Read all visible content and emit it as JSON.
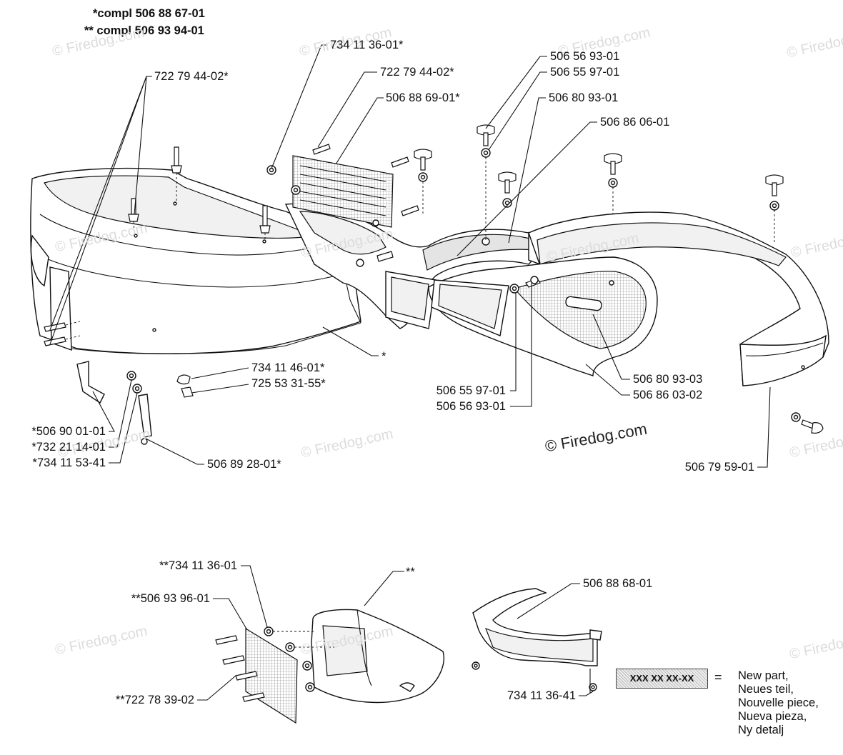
{
  "header": {
    "line1": "*compl 506 88 67-01",
    "line2": "** compl 506 93 94-01"
  },
  "labels": {
    "p_734_11_36_01_star": "734 11 36-01*",
    "p_722_79_44_02_left": "722 79 44-02*",
    "p_722_79_44_02_mid": "722 79 44-02*",
    "p_506_88_69_01": "506 88 69-01*",
    "p_506_56_93_01_top": "506 56 93-01",
    "p_506_55_97_01_top": "506 55 97-01",
    "p_506_80_93_01": "506 80 93-01",
    "p_506_86_06_01": "506 86 06-01",
    "p_star": "*",
    "p_734_11_46_01": "734 11 46-01*",
    "p_725_53_31_55": "725 53 31-55*",
    "p_506_55_97_01_bot": "506 55 97-01",
    "p_506_56_93_01_bot": "506 56 93-01",
    "p_506_80_93_03": "506 80 93-03",
    "p_506_86_03_02": "506 86 03-02",
    "p_506_90_01_01": "*506 90 01-01",
    "p_732_21_14_01": "*732 21 14-01",
    "p_734_11_53_41": "*734 11 53-41",
    "p_506_89_28_01": "506 89 28-01*",
    "p_506_79_59_01": "506 79 59-01",
    "p_734_11_36_01_dbl": "**734 11 36-01",
    "p_506_93_96_01": "**506 93 96-01",
    "p_722_78_39_02": "**722 78 39-02",
    "p_dblstar": "**",
    "p_506_88_68_01": "506 88 68-01",
    "p_734_11_36_41": "734 11 36-41"
  },
  "watermark": {
    "main": "© Firedog.com",
    "faint": "© Firedog.com"
  },
  "legend": {
    "box": "XXX XX XX-XX",
    "equals": "=",
    "lines": [
      "New part,",
      "Neues teil,",
      "Nouvelle piece,",
      "Nueva pieza,",
      "Ny detalj"
    ]
  }
}
